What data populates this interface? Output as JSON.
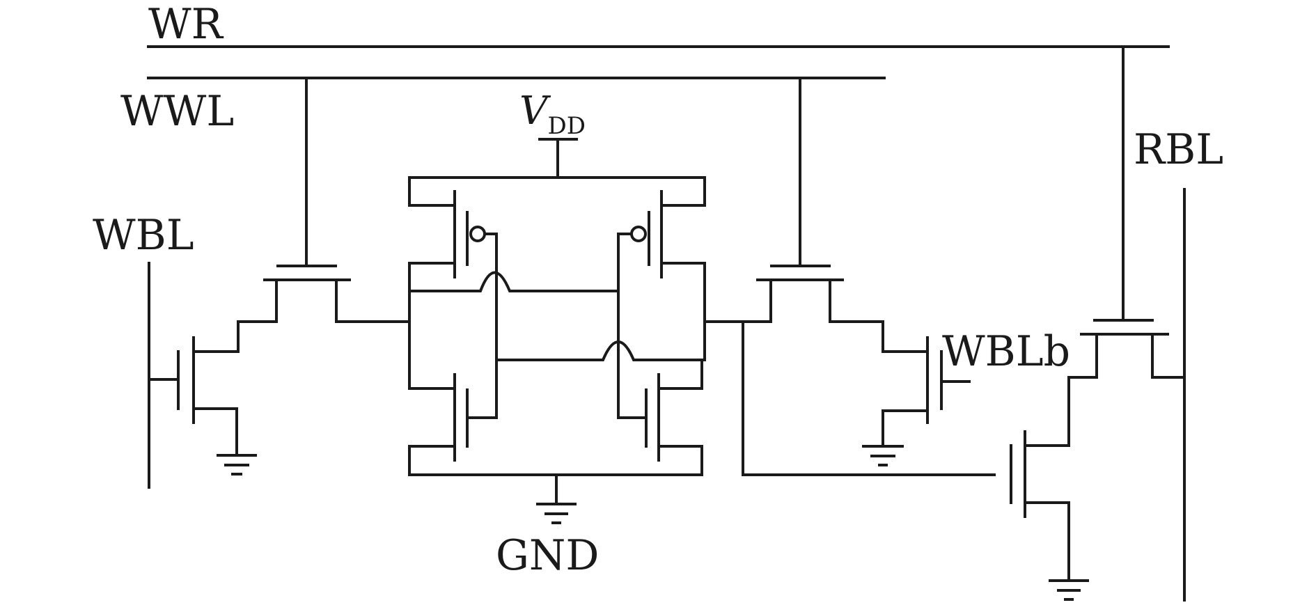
{
  "labels": {
    "wr": "WR",
    "wwl": "WWL",
    "vdd_main": "V",
    "vdd_sub": "DD",
    "rbl": "RBL",
    "wbl": "WBL",
    "wblb": "WBLb",
    "gnd": "GND"
  },
  "colors": {
    "line": "#1a1a1a",
    "background": "#ffffff"
  }
}
